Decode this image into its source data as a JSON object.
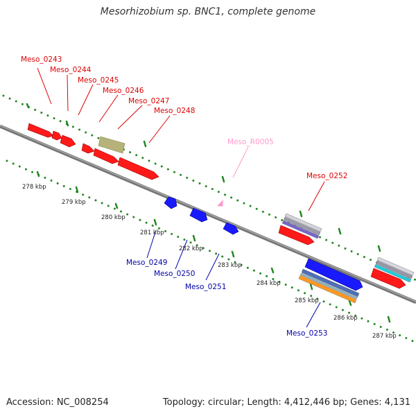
{
  "title": "Mesorhizobium sp. BNC1, complete genome",
  "footer": {
    "accession": "Accession: NC_008254",
    "topology": "Topology: circular; Length: 4,412,446 bp; Genes: 4,131"
  },
  "colors": {
    "forward_label": "#dd0000",
    "reverse_label": "#0000aa",
    "rna_label": "#ff99cc",
    "genome_line": "#808080",
    "tick_dots": "#228822"
  },
  "ticks": [
    {
      "label": "278 kbp"
    },
    {
      "label": "279 kbp"
    },
    {
      "label": "280 kbp"
    },
    {
      "label": "281 kbp"
    },
    {
      "label": "282 kbp"
    },
    {
      "label": "283 kbp"
    },
    {
      "label": "284 kbp"
    },
    {
      "label": "285 kbp"
    },
    {
      "label": "286 kbp"
    },
    {
      "label": "287 kbp"
    }
  ],
  "gene_labels": [
    {
      "id": "Meso_0243",
      "strand": "forward"
    },
    {
      "id": "Meso_0244",
      "strand": "forward"
    },
    {
      "id": "Meso_0245",
      "strand": "forward"
    },
    {
      "id": "Meso_0246",
      "strand": "forward"
    },
    {
      "id": "Meso_0247",
      "strand": "forward"
    },
    {
      "id": "Meso_0248",
      "strand": "forward"
    },
    {
      "id": "Meso_R0005",
      "strand": "rna"
    },
    {
      "id": "Meso_0252",
      "strand": "forward"
    },
    {
      "id": "Meso_0249",
      "strand": "reverse"
    },
    {
      "id": "Meso_0250",
      "strand": "reverse"
    },
    {
      "id": "Meso_0251",
      "strand": "reverse"
    },
    {
      "id": "Meso_0253",
      "strand": "reverse"
    }
  ]
}
